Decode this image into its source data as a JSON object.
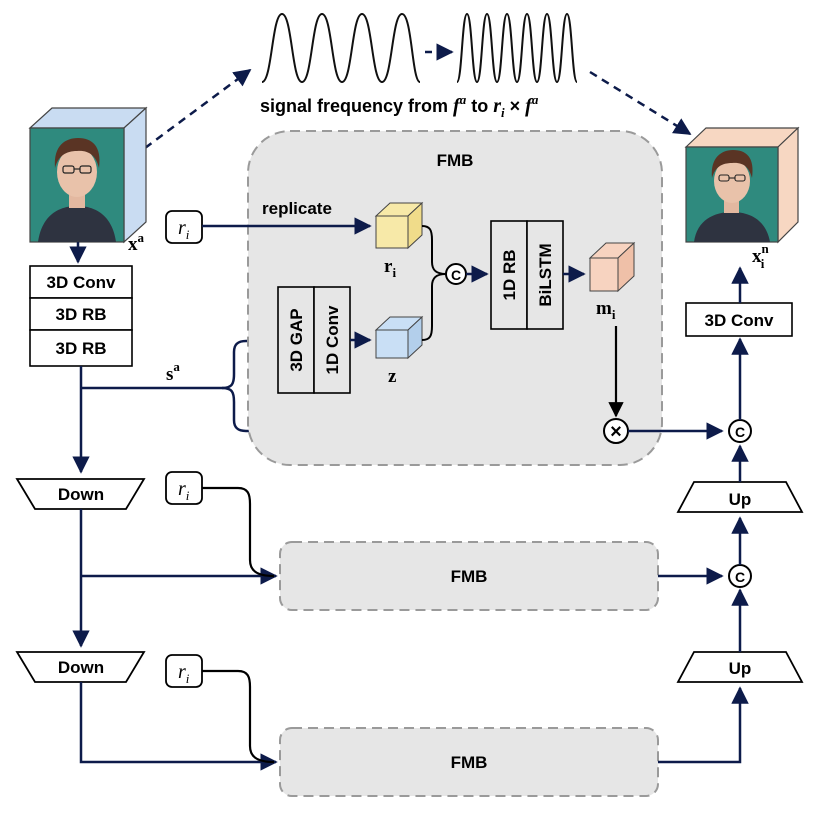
{
  "signal": {
    "caption_prefix": "signal frequency from ",
    "fa": "f",
    "fa_sup": "a",
    "to": " to ",
    "ri": "r",
    "ri_sub": "i",
    "times": " × ",
    "fa2": "f",
    "fa2_sup": "a"
  },
  "input": {
    "label": "x",
    "label_sup": "a"
  },
  "output": {
    "label": "x",
    "label_sup": "n",
    "label_sub": "i"
  },
  "encoder": {
    "conv": "3D Conv",
    "rb1": "3D RB",
    "rb2": "3D RB"
  },
  "skip_label": {
    "main": "s",
    "sup": "a"
  },
  "fmb_main": {
    "title": "FMB",
    "replicate": "replicate",
    "gap": "3D GAP",
    "conv1d": "1D Conv",
    "rb1d": "1D RB",
    "bilstm": "BiLSTM",
    "r_label": "r",
    "r_sub": "i",
    "z_label": "z",
    "m_label": "m",
    "m_sub": "i",
    "concat": "C",
    "multiply": "×"
  },
  "ri_input": {
    "main": "r",
    "sub": "i"
  },
  "down_labels": [
    "Down",
    "Down"
  ],
  "fmb_small": [
    "FMB",
    "FMB"
  ],
  "decoder": {
    "conv": "3D Conv",
    "up1": "Up",
    "up2": "Up",
    "concat": "C"
  },
  "colors": {
    "line": "#0d1b4a",
    "fmb_fill": "#e6e6e6",
    "fmb_border": "#9a9a9a",
    "cube_input": "#c9dcf2",
    "cube_output": "#f7d7c2",
    "cube_r": "#f7e9a8",
    "cube_z": "#c9dff5",
    "cube_m": "#f7d3c0",
    "face_bg": "#2f8a7e"
  }
}
